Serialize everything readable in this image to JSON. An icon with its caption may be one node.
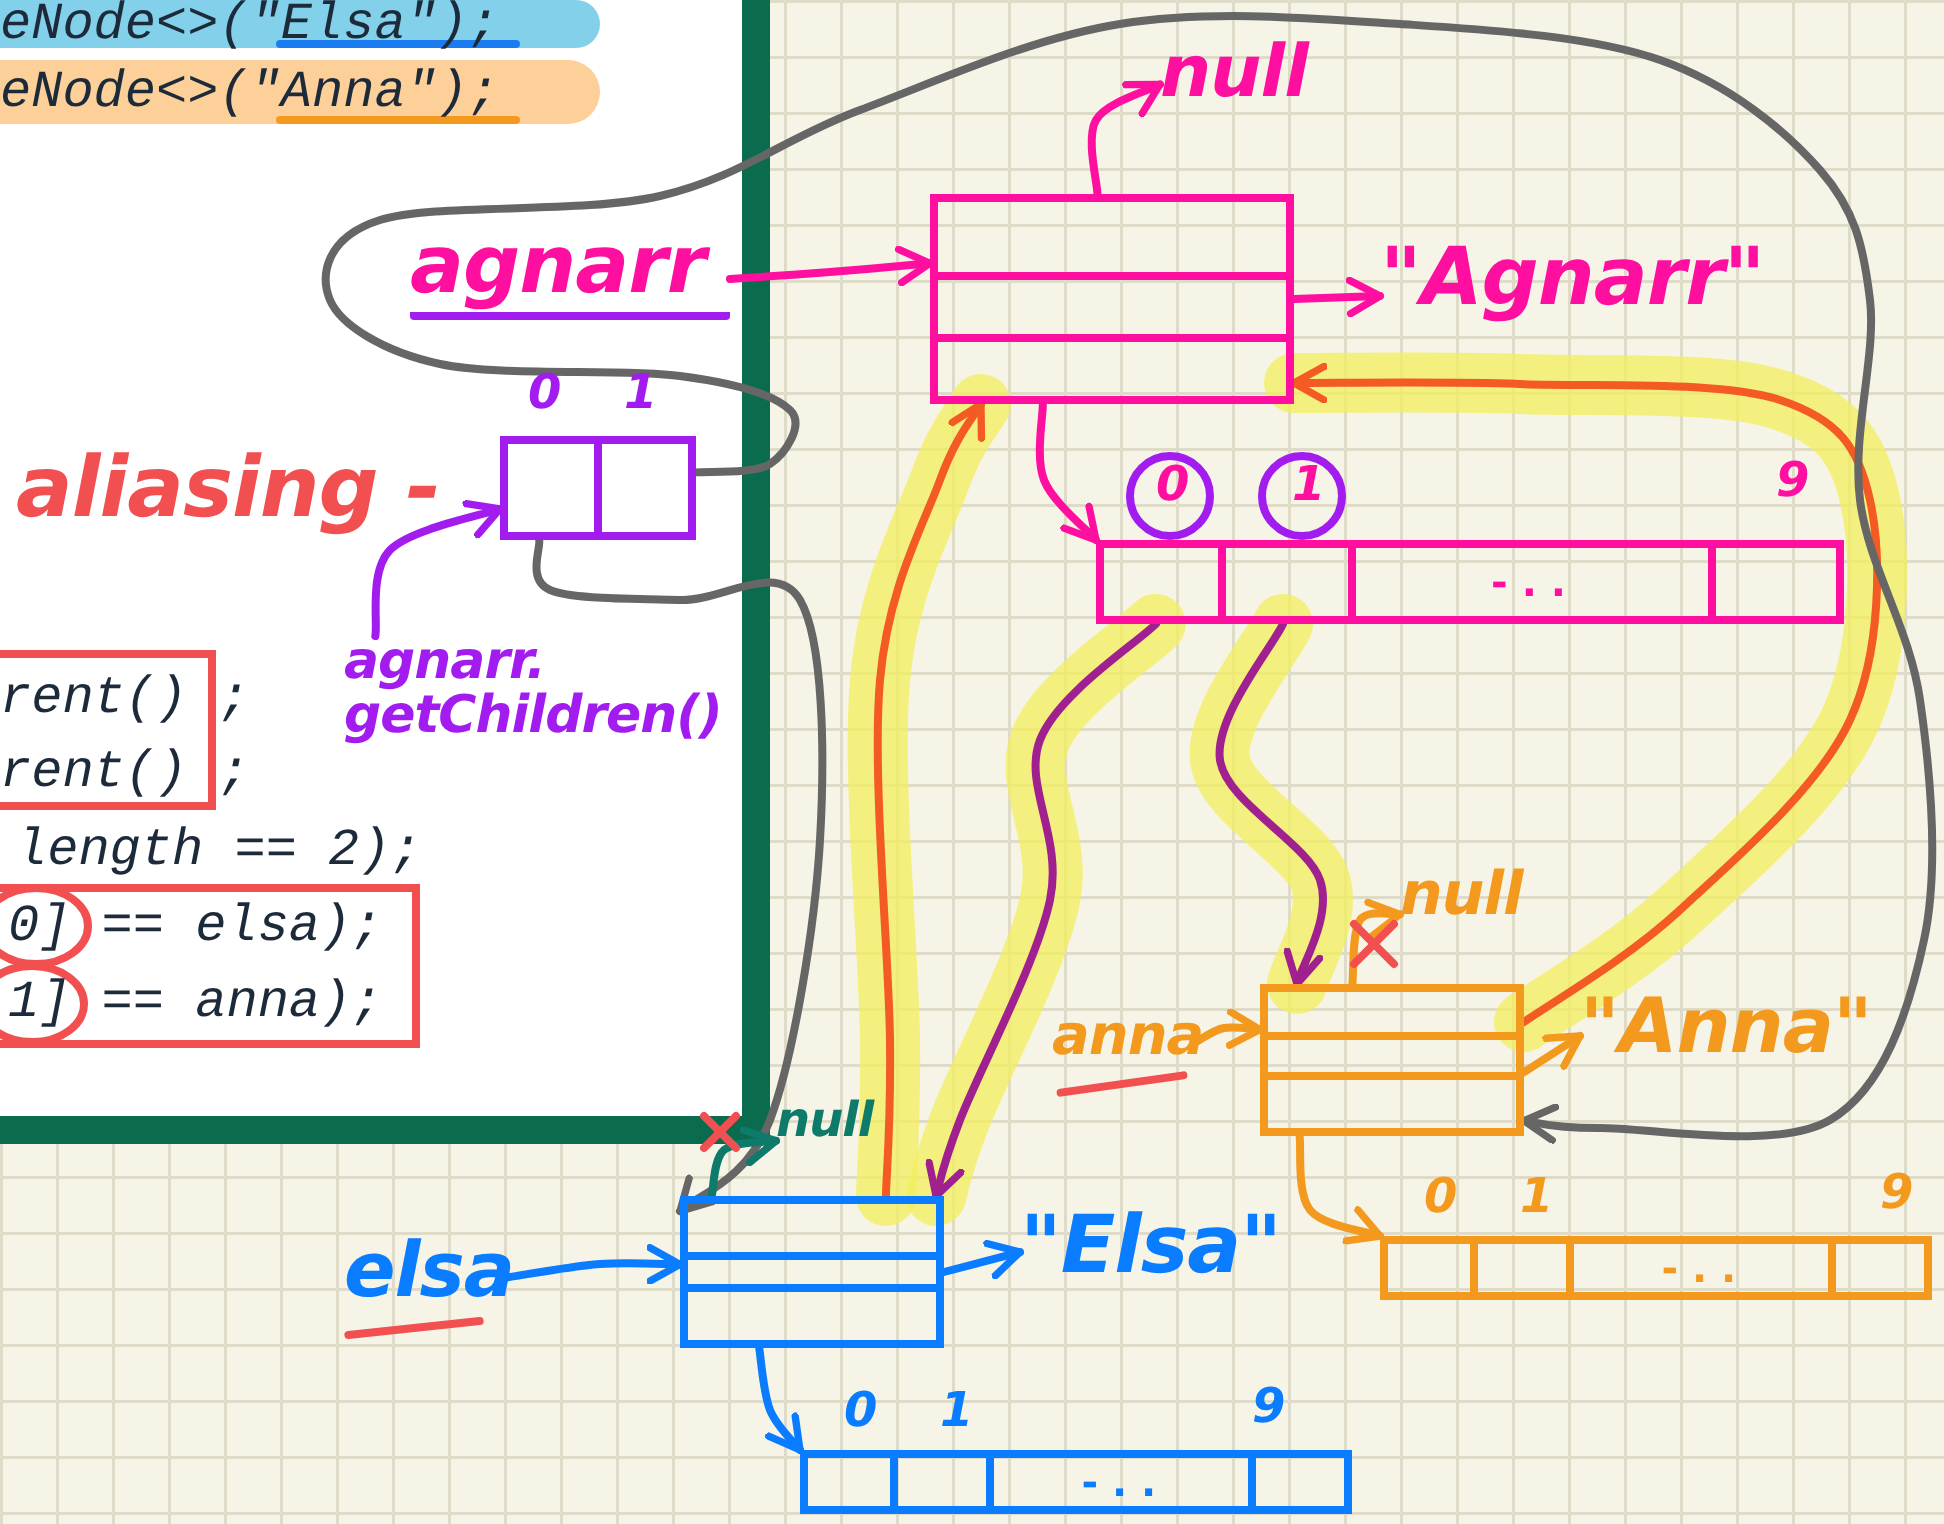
{
  "diagram": {
    "nodes": [
      {
        "text": [
          "agnarr"
        ]
      },
      {
        "text": [],
        "shape": "box"
      },
      {
        "text": [
          "null"
        ]
      },
      {
        "text": [
          "\"Agnarr\""
        ]
      },
      {
        "text": [
          "- . ."
        ],
        "beside": [
          "0",
          "1",
          "9"
        ]
      },
      {
        "text": [],
        "shape": "box",
        "beside": [
          "0",
          "1"
        ]
      },
      {
        "text": [
          "agnarr. getChildren()"
        ]
      },
      {
        "text": [
          "anna"
        ]
      },
      {
        "text": [],
        "shape": "box"
      },
      {
        "text": [
          "null"
        ]
      },
      {
        "text": [
          "\"Anna\""
        ]
      },
      {
        "text": [
          "- . ."
        ],
        "beside": [
          "0",
          "1",
          "9"
        ]
      },
      {
        "text": [
          "elsa"
        ]
      },
      {
        "text": [],
        "shape": "box"
      },
      {
        "text": [
          "null"
        ]
      },
      {
        "text": [
          "\"Elsa\""
        ]
      },
      {
        "text": [
          "- . ."
        ],
        "beside": [
          "0",
          "1",
          "9"
        ]
      }
    ],
    "edges": [
      {
        "from": 0,
        "to": 1,
        "arrow": "to",
        "color": "#ff0fa0"
      },
      {
        "from": 1,
        "to": 2,
        "arrow": "to",
        "color": "#ff0fa0"
      },
      {
        "from": 1,
        "to": 3,
        "arrow": "to",
        "color": "#ff0fa0"
      },
      {
        "from": 1,
        "to": 4,
        "arrow": "to",
        "color": "#ff0fa0"
      },
      {
        "from": 4,
        "to": 13,
        "arrow": "to",
        "color": "#a0208f"
      },
      {
        "from": 4,
        "to": 8,
        "arrow": "to",
        "color": "#a0208f"
      },
      {
        "from": 13,
        "to": 1,
        "arrow": "to",
        "color": "#f35a24"
      },
      {
        "from": 8,
        "to": 1,
        "arrow": "to",
        "color": "#f35a24"
      },
      {
        "from": 6,
        "to": 5,
        "arrow": "to",
        "color": "#a21cf0"
      },
      {
        "from": 5,
        "to": 13,
        "arrow": "to",
        "color": "#666666"
      },
      {
        "from": 5,
        "to": 8,
        "arrow": "to",
        "color": "#666666"
      },
      {
        "from": 12,
        "to": 13,
        "arrow": "to",
        "color": "#0a7cff"
      },
      {
        "from": 7,
        "to": 8,
        "arrow": "to",
        "color": "#f39a1e"
      },
      {
        "from": 8,
        "to": 9,
        "arrow": "to",
        "color": "#f39a1e"
      },
      {
        "from": 8,
        "to": 10,
        "arrow": "to",
        "color": "#f39a1e"
      },
      {
        "from": 8,
        "to": 11,
        "arrow": "to",
        "color": "#f39a1e"
      },
      {
        "from": 13,
        "to": 14,
        "arrow": "to",
        "color": "#0e7a6a"
      },
      {
        "from": 13,
        "to": 15,
        "arrow": "to",
        "color": "#0a7cff"
      },
      {
        "from": 13,
        "to": 16,
        "arrow": "to",
        "color": "#0a7cff"
      }
    ],
    "labels": [
      "eNode<>(\"Elsa\");",
      "eNode<>(\"Anna\");",
      "aliasing -",
      "rent() ;",
      "rent() ;",
      "length == 2);",
      "0] == elsa);",
      "1] == anna);"
    ]
  }
}
